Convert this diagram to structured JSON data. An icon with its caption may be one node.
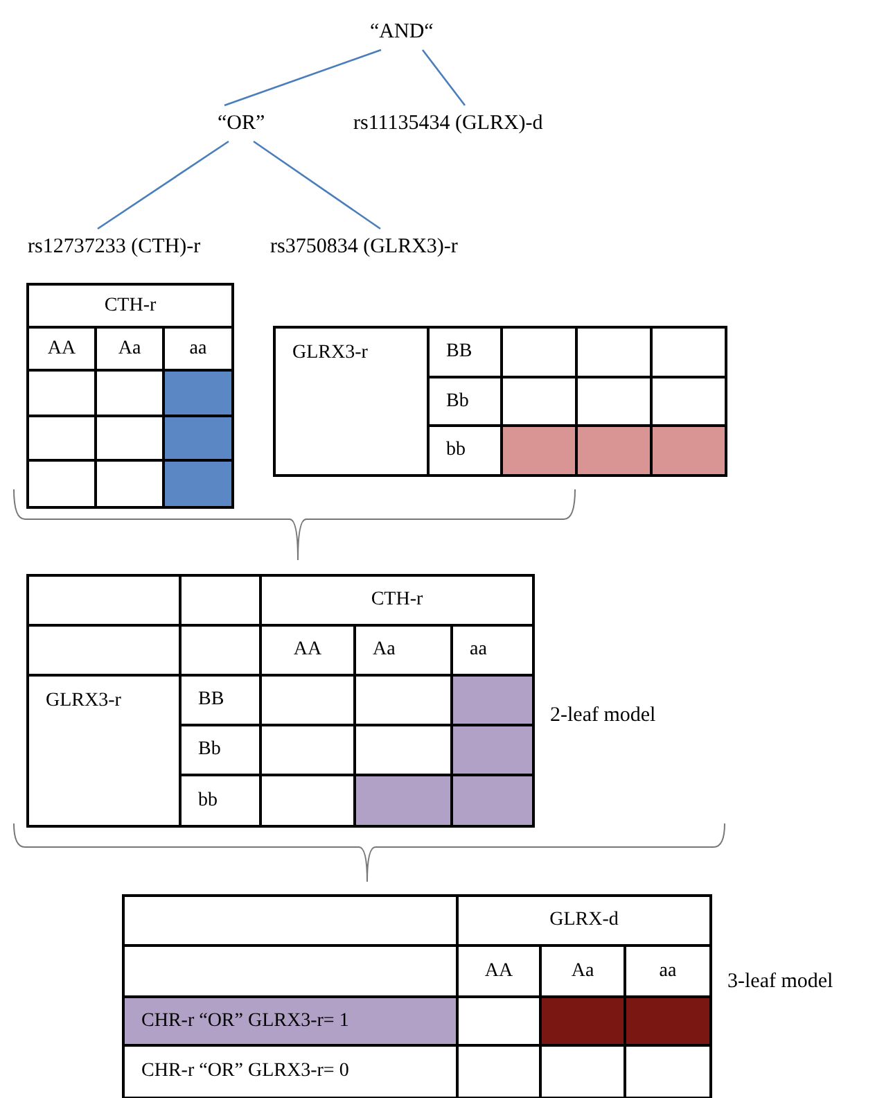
{
  "diagram": {
    "nodes": [
      {
        "text": [
          "“AND“"
        ]
      },
      {
        "text": [
          "“OR”"
        ]
      },
      {
        "text": [
          "rs11135434 (GLRX)-d"
        ]
      },
      {
        "text": [
          "rs12737233 (CTH)-r"
        ]
      },
      {
        "text": [
          "rs3750834 (GLRX3)-r"
        ]
      }
    ],
    "edges": [
      {
        "from": 0,
        "to": 1,
        "arrow": "none"
      },
      {
        "from": 0,
        "to": 2,
        "arrow": "none"
      },
      {
        "from": 1,
        "to": 3,
        "arrow": "none"
      },
      {
        "from": 1,
        "to": 4,
        "arrow": "none"
      }
    ],
    "labels": [
      "CTH-r",
      "AA",
      "Aa",
      "aa",
      "GLRX3-r",
      "BB",
      "Bb",
      "bb",
      "CTH-r",
      "AA",
      "Aa",
      "aa",
      "GLRX3-r",
      "BB",
      "Bb",
      "bb",
      "2-leaf model",
      "GLRX-d",
      "AA",
      "Aa",
      "aa",
      "CHR-r “OR” GLRX3-r= 1",
      "CHR-r “OR” GLRX3-r= 0",
      "3-leaf model"
    ]
  }
}
